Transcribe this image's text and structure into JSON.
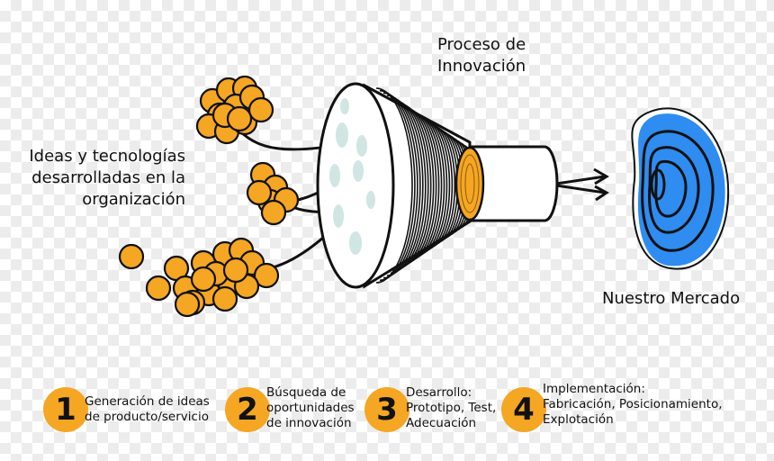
{
  "labels": {
    "process": [
      "Proceso de",
      "Innovación"
    ],
    "ideas": [
      "Ideas y tecnologías",
      "desarrolladas en la",
      "organización"
    ],
    "market": "Nuestro Mercado"
  },
  "steps": [
    {
      "number": "1",
      "lines": [
        "Generación de ideas",
        "de producto/servicio"
      ]
    },
    {
      "number": "2",
      "lines": [
        "Búsqueda de",
        "oportunidades",
        "de innovación"
      ]
    },
    {
      "number": "3",
      "lines": [
        "Desarrollo:",
        "Prototipo, Test,",
        "Adecuación"
      ]
    },
    {
      "number": "4",
      "lines": [
        "Implementación:",
        "Fabricación, Posicionamiento,",
        "Explotación"
      ]
    }
  ],
  "colors": {
    "idea": "#f5a623",
    "market": "#2f8cf0",
    "outline": "#111111"
  }
}
